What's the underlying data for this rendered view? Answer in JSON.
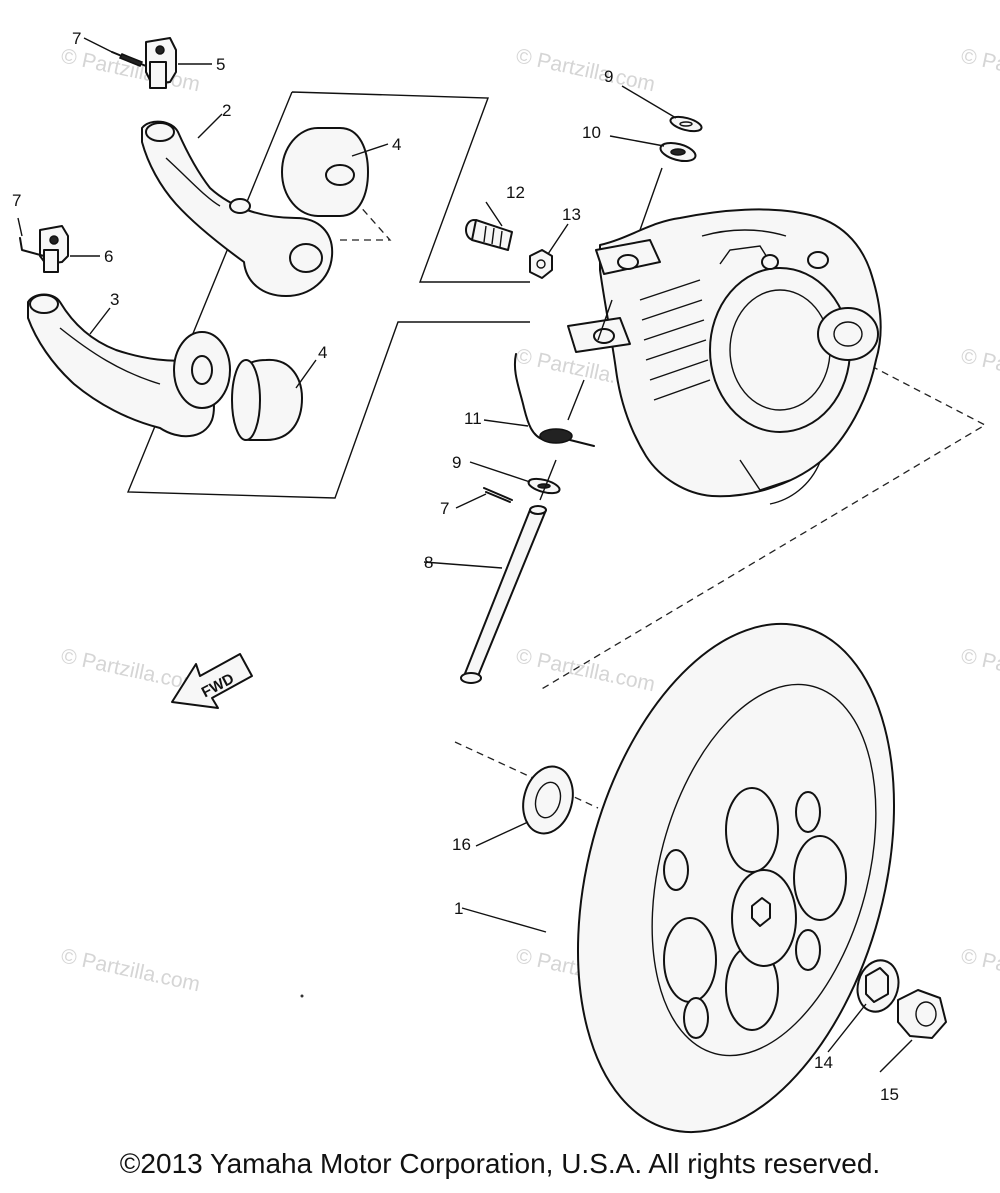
{
  "callouts": [
    {
      "id": "c1",
      "label": "1"
    },
    {
      "id": "c2",
      "label": "2"
    },
    {
      "id": "c3",
      "label": "3"
    },
    {
      "id": "c4a",
      "label": "4"
    },
    {
      "id": "c4b",
      "label": "4"
    },
    {
      "id": "c5",
      "label": "5"
    },
    {
      "id": "c6",
      "label": "6"
    },
    {
      "id": "c7a",
      "label": "7"
    },
    {
      "id": "c7b",
      "label": "7"
    },
    {
      "id": "c7c",
      "label": "7"
    },
    {
      "id": "c8",
      "label": "8"
    },
    {
      "id": "c9a",
      "label": "9"
    },
    {
      "id": "c9b",
      "label": "9"
    },
    {
      "id": "c10",
      "label": "10"
    },
    {
      "id": "c11",
      "label": "11"
    },
    {
      "id": "c12",
      "label": "12"
    },
    {
      "id": "c13",
      "label": "13"
    },
    {
      "id": "c14",
      "label": "14"
    },
    {
      "id": "c15",
      "label": "15"
    },
    {
      "id": "c16",
      "label": "16"
    }
  ],
  "fwd_label": "FWD",
  "watermark_text": "© Partzilla.com",
  "copyright": "©2013 Yamaha Motor Corporation, U.S.A. All rights reserved.",
  "colors": {
    "line": "#111111",
    "watermark": "#d5d5d5",
    "background": "#ffffff"
  }
}
